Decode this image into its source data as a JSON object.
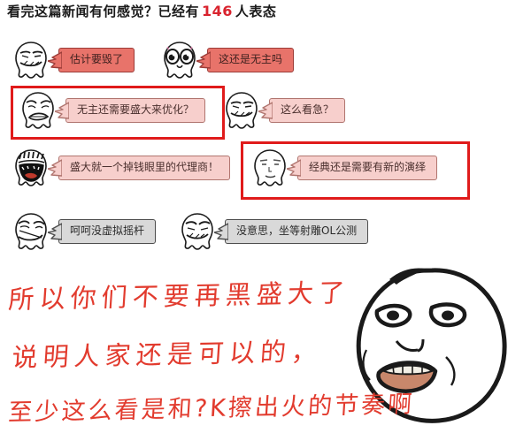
{
  "header": {
    "prefix": "看完这篇新闻有何感觉？已经有",
    "count": "146",
    "suffix": "人表态",
    "count_color": "#d9232e"
  },
  "comments": [
    {
      "avatar": "smirk-face-avatar",
      "text": "估计要毁了",
      "bubble_style": "strong",
      "highlighted": false
    },
    {
      "avatar": "sparkle-eyes-face-avatar",
      "text": "这还是无主吗",
      "bubble_style": "strong",
      "highlighted": false
    },
    {
      "avatar": "crying-face-avatar",
      "text": "无主还需要盛大来优化？",
      "bubble_style": "pink",
      "highlighted": true
    },
    {
      "avatar": "angry-face-avatar",
      "text": "这么看急？",
      "bubble_style": "pink",
      "highlighted": false
    },
    {
      "avatar": "shouting-face-avatar",
      "text": "盛大就一个掉钱眼里的代理商！",
      "bubble_style": "pink",
      "highlighted": false
    },
    {
      "avatar": "blank-face-avatar",
      "text": "经典还是需要有新的演绎",
      "bubble_style": "pink",
      "highlighted": true
    },
    {
      "avatar": "laughing-face-avatar",
      "text": "呵呵没虚拟摇杆",
      "bubble_style": "gray",
      "highlighted": false
    },
    {
      "avatar": "grin-face-avatar",
      "text": "没意思，坐等射雕OL公测",
      "bubble_style": "gray",
      "highlighted": false
    }
  ],
  "highlight_boxes": [
    {
      "label": "highlight-box-1"
    },
    {
      "label": "highlight-box-2"
    }
  ],
  "handwriting": {
    "color": "#e23b2e",
    "line1": "所以你们不要再黑盛大了",
    "line2": "说明人家还是可以的，",
    "line3": "至少这么看是和?K擦出火的节奏啊"
  },
  "big_face": {
    "name": "shocked-rage-face"
  }
}
